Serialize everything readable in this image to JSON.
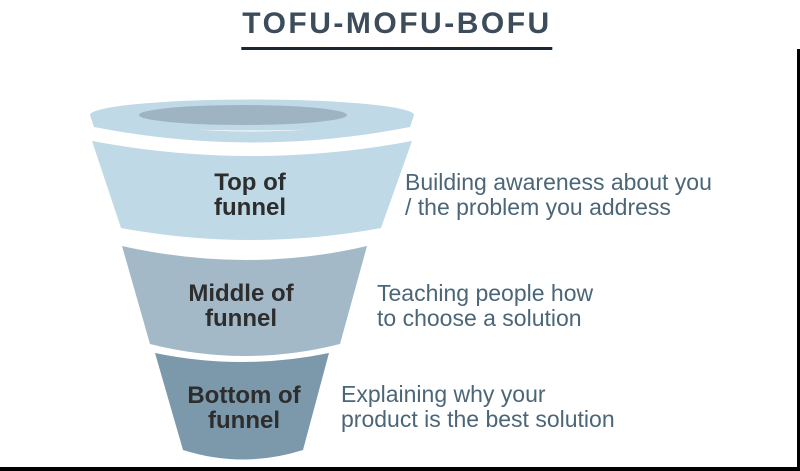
{
  "title": "TOFU-MOFU-BOFU",
  "colors": {
    "rim": "#bfd9e6",
    "opening": "#9eb4c3",
    "stage_top": "#bfd9e6",
    "stage_middle": "#a3b9c8",
    "stage_bottom": "#7b99ab",
    "title_text": "#3d4c5b",
    "title_underline": "#1b2733",
    "label_text": "#2d2d2d",
    "description_text": "#4b6677"
  },
  "funnel": {
    "stages": [
      {
        "label_line1": "Top of",
        "label_line2": "funnel",
        "description_line1": "Building awareness about you",
        "description_line2": "/ the problem you address"
      },
      {
        "label_line1": "Middle of",
        "label_line2": "funnel",
        "description_line1": "Teaching people how",
        "description_line2": "to choose a solution"
      },
      {
        "label_line1": "Bottom of",
        "label_line2": "funnel",
        "description_line1": "Explaining why your",
        "description_line2": "product is the best solution"
      }
    ]
  }
}
